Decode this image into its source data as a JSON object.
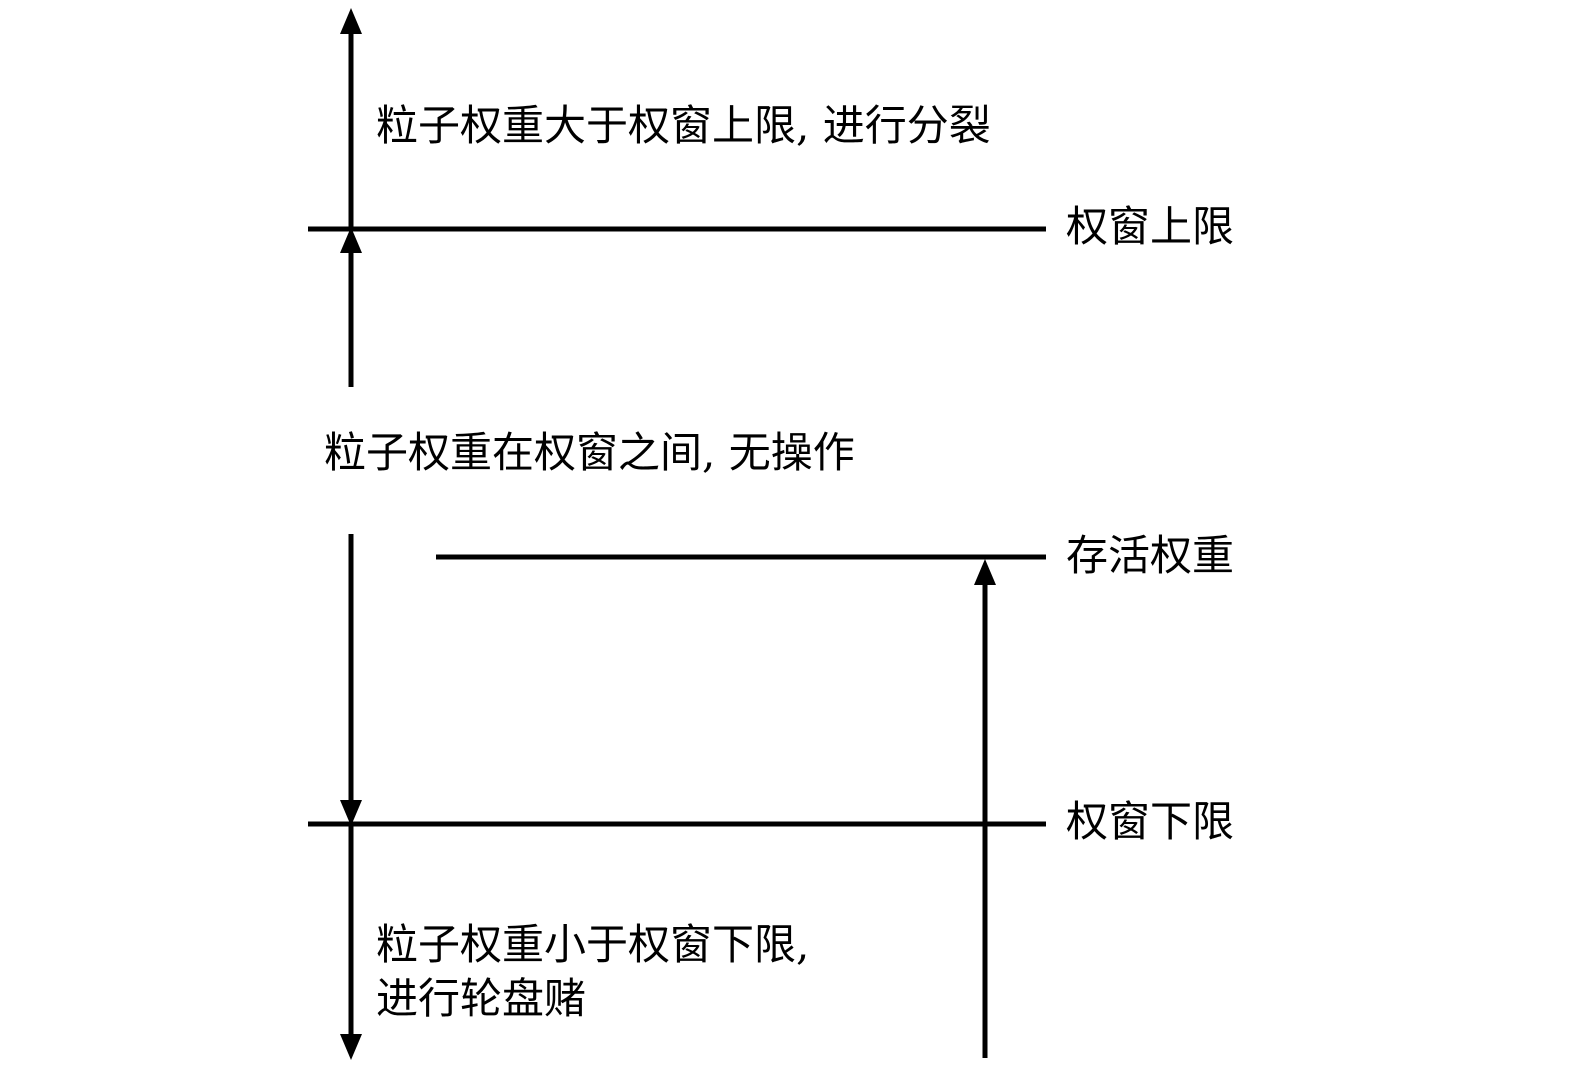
{
  "diagram": {
    "lines": {
      "upper_limit": "权窗上限",
      "survival_weight": "存活权重",
      "lower_limit": "权窗下限"
    },
    "regions": {
      "above_upper": "粒子权重大于权窗上限, 进行分裂",
      "between": "粒子权重在权窗之间, 无操作",
      "below_lower": [
        "粒子权重小于权窗下限,",
        "进行轮盘赌"
      ]
    },
    "colors": {
      "stroke": "#000000",
      "background": "#ffffff"
    }
  }
}
